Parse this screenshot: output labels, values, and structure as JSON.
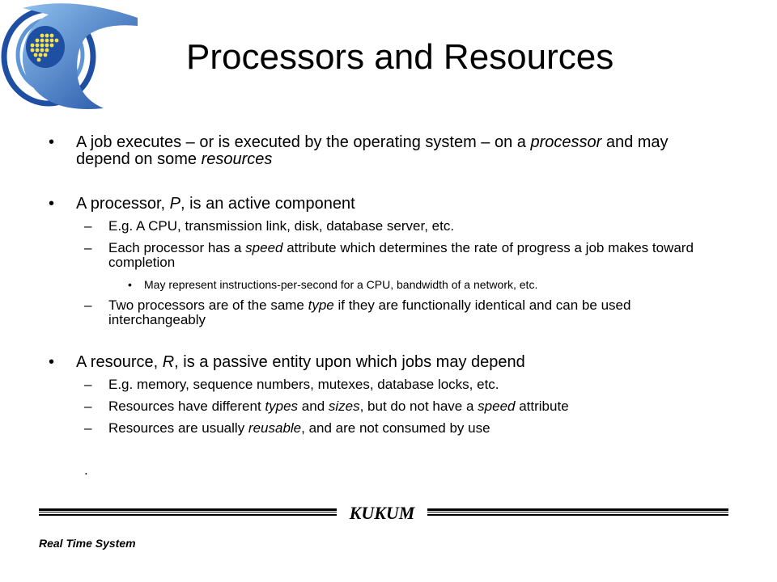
{
  "slide": {
    "title": "Processors and Resources",
    "bullets": [
      {
        "parts": [
          "A job executes – or is executed by the operating system – on a ",
          "processor",
          " and may depend on some ",
          "resources"
        ]
      },
      {
        "parts": [
          "A processor, ",
          "P",
          ", is an active component"
        ],
        "sub": [
          {
            "parts": [
              "E.g. A CPU, transmission link, disk, database server, etc."
            ]
          },
          {
            "parts": [
              "Each processor has a ",
              "speed",
              " attribute which determines the rate of progress a job makes toward completion"
            ],
            "sub": [
              {
                "text": "May represent instructions-per-second for a CPU, bandwidth of a network, etc."
              }
            ]
          },
          {
            "parts": [
              "Two processors are of the same ",
              "type",
              " if they are functionally identical and can be used interchangeably"
            ]
          }
        ]
      },
      {
        "parts": [
          "A resource, ",
          "R",
          ", is a passive entity upon which jobs may depend"
        ],
        "sub": [
          {
            "parts": [
              "E.g. memory, sequence numbers, mutexes, database locks, etc."
            ]
          },
          {
            "parts": [
              "Resources have different ",
              "types",
              " and ",
              "sizes",
              ", but do not have a ",
              "speed",
              " attribute"
            ]
          },
          {
            "parts": [
              "Resources are usually ",
              "reusable",
              ", and are not consumed by use"
            ]
          }
        ]
      }
    ],
    "trailing": ".",
    "bullet_symbol": "•",
    "dash_symbol": "–"
  },
  "footer": {
    "brand": "KUKUM",
    "caption": "Real Time System"
  },
  "logo": {
    "icon": "kukum-logo-icon",
    "colors": {
      "blue": "#1f4fa3",
      "light_blue": "#5f97d6",
      "yellow": "#f5e14a"
    }
  }
}
